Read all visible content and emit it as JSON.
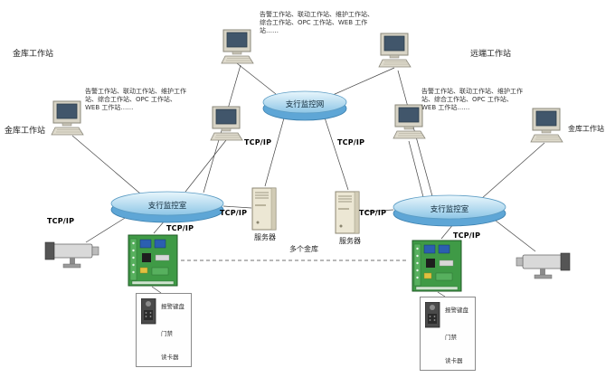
{
  "diagram": {
    "tcpip": "TCP/IP",
    "center_cloud": "支行监控网",
    "left_cloud": "支行监控室",
    "right_cloud": "支行监控室",
    "server_left": "服务器",
    "server_right": "服务器",
    "multi_vault": "多个金库",
    "ws_labels": {
      "top_left": "金库工作站",
      "top_right": "远端工作站",
      "mid_left": "金库工作站",
      "mid_right": "金库工作站"
    },
    "annotations": {
      "top": "告警工作站、联动工作站、维护工作站、综合工作站、OPC 工作站、WEB 工作站……",
      "left": "告警工作站、联动工作站、维护工作站、综合工作站、OPC 工作站、WEB 工作站……",
      "right": "告警工作站、联动工作站、维护工作站、综合工作站、OPC 工作站、WEB 工作站……"
    },
    "panels": {
      "left": [
        "报警键盘",
        "门禁",
        "读卡器"
      ],
      "right": [
        "报警键盘",
        "门禁",
        "读卡器"
      ]
    },
    "colors": {
      "cloud_top": "#d9eff9",
      "cloud_body": "#5ea6d6",
      "board_green": "#3f9a46",
      "server_beige": "#ece7d4",
      "line": "#444444"
    }
  }
}
